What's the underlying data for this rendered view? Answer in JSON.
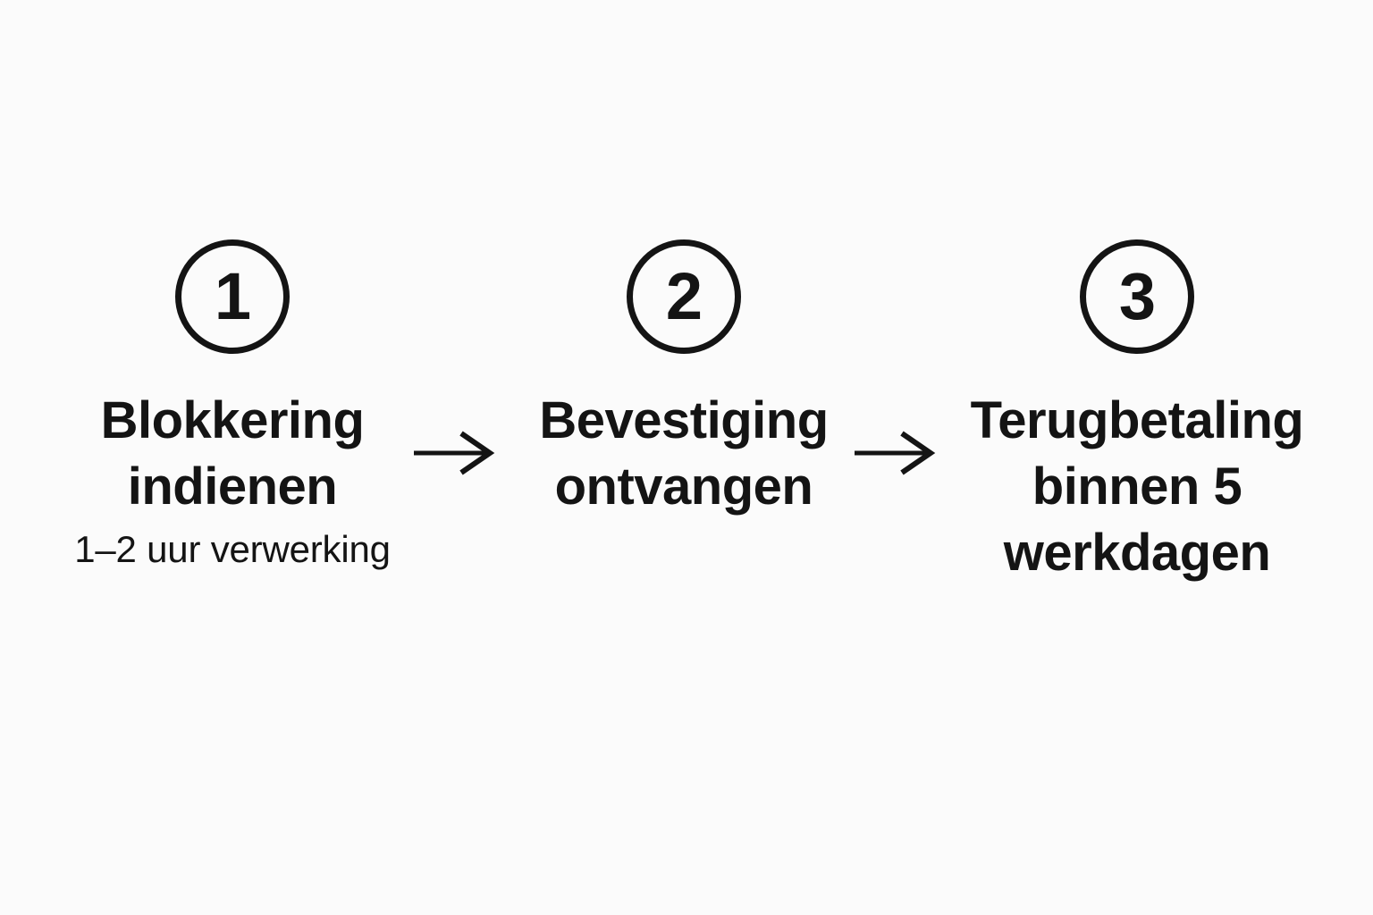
{
  "diagram": {
    "type": "horizontal-process-flow",
    "language": "nl",
    "steps": [
      {
        "number": "1",
        "title": "Blokkering indienen",
        "subtitle": "1–2 uur verwerking"
      },
      {
        "number": "2",
        "title": "Bevestiging ontvangen"
      },
      {
        "number": "3",
        "title": "Terugbetaling binnen 5 werkdagen"
      }
    ],
    "connectors": [
      {
        "icon": "right-arrow"
      },
      {
        "icon": "right-arrow"
      }
    ]
  },
  "colors": {
    "background": "#fbfbfb",
    "ink": "#141414"
  }
}
